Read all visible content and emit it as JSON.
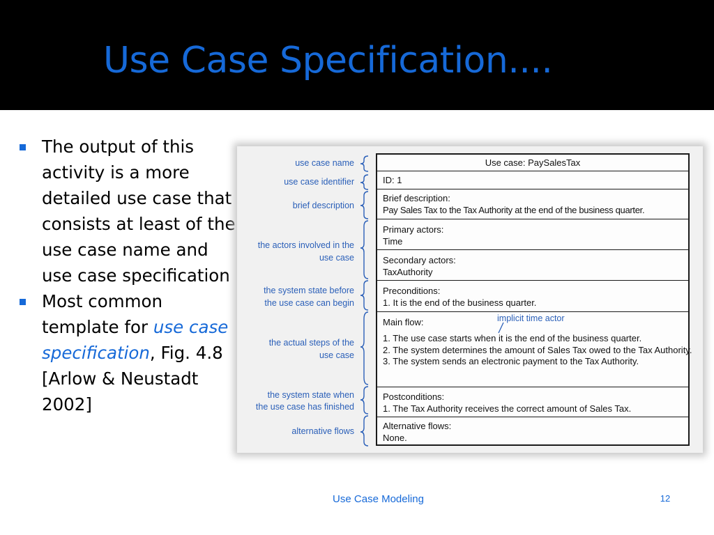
{
  "slide": {
    "title": "Use Case Specification....",
    "bullets": [
      {
        "text": "The output of this activity is a more detailed use case that consists at least of the use case name and use case specification"
      },
      {
        "prefix": "Most common template for ",
        "link": "use case specification",
        "suffix": ", Fig. 4.8 [Arlow & Neustadt 2002]"
      }
    ],
    "footer": "Use Case Modeling",
    "page_number": "12"
  },
  "figure": {
    "labels": {
      "name": "use case name",
      "identifier": "use case identifier",
      "brief": "brief description",
      "actors_1": "the actors involved in the",
      "actors_2": "use case",
      "pre_1": "the system state before",
      "pre_2": "the use case can begin",
      "steps_1": "the actual steps of the",
      "steps_2": "use case",
      "post_1": "the system state when",
      "post_2": "the use case has finished",
      "alt": "alternative flows"
    },
    "spec": {
      "header": "Use case: PaySalesTax",
      "id": "ID: 1",
      "brief_title": "Brief description:",
      "brief_text": "Pay Sales Tax to the Tax Authority at the end of the business quarter.",
      "primary_title": "Primary actors:",
      "primary_value": "Time",
      "secondary_title": "Secondary actors:",
      "secondary_value": "TaxAuthority",
      "pre_title": "Preconditions:",
      "pre_1": "1.  It is the end of the business quarter.",
      "main_title": "Main flow:",
      "main_note": "implicit time actor",
      "main_1": "1.  The use case starts when it is the end of the business quarter.",
      "main_2": "2.  The system determines the amount of Sales Tax owed to the Tax Authority.",
      "main_3": "3.  The system sends an electronic payment to the Tax Authority.",
      "post_title": "Postconditions:",
      "post_1": "1.  The Tax Authority receives the correct amount of Sales Tax.",
      "alt_title": "Alternative flows:",
      "alt_value": "None."
    }
  }
}
